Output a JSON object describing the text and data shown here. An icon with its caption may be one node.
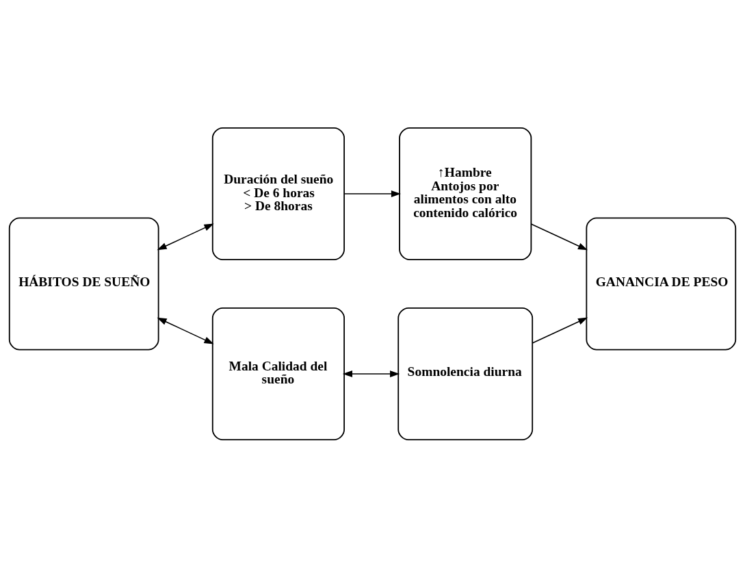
{
  "diagram": {
    "nodes": [
      {
        "text": [
          "Duración del sueño",
          "< De 6 horas",
          "> De 8horas"
        ]
      },
      {
        "text": [
          "↑Hambre",
          "Antojos por alimentos con alto contenido calórico"
        ]
      },
      {
        "text": [
          "HÁBITOS DE SUEÑO"
        ]
      },
      {
        "text": [
          "GANANCIA DE PESO"
        ]
      },
      {
        "text": [
          "Mala Calidad del sueño"
        ]
      },
      {
        "text": [
          "Somnolencia diurna"
        ]
      }
    ],
    "edges": [
      {
        "from": 0,
        "to": 1,
        "arrow": "to"
      },
      {
        "from": 1,
        "to": 3,
        "arrow": "to"
      },
      {
        "from": 2,
        "to": 0,
        "arrow": "both"
      },
      {
        "from": 2,
        "to": 4,
        "arrow": "both"
      },
      {
        "from": 4,
        "to": 5,
        "arrow": "both"
      },
      {
        "from": 5,
        "to": 3,
        "arrow": "to"
      }
    ]
  }
}
